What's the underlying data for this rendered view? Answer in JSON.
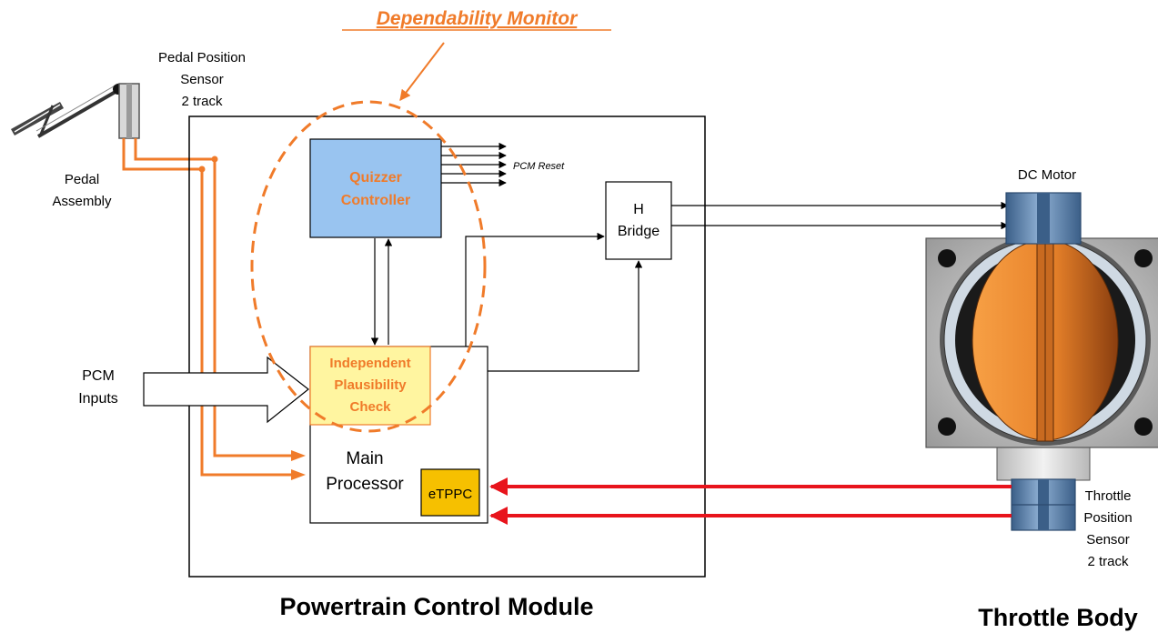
{
  "dependability_monitor": "Dependability Monitor",
  "pedal_sensor": [
    "Pedal Position",
    "Sensor",
    "2 track"
  ],
  "pedal_assembly": [
    "Pedal",
    "Assembly"
  ],
  "quizzer": [
    "Quizzer",
    "Controller"
  ],
  "pcm_reset": "PCM Reset",
  "h_bridge": [
    "H",
    "Bridge"
  ],
  "dc_motor": "DC Motor",
  "pcm_inputs": [
    "PCM",
    "Inputs"
  ],
  "plausibility": [
    "Independent",
    "Plausibility",
    "Check"
  ],
  "main_processor": [
    "Main",
    "Processor"
  ],
  "etppc": "eTPPC",
  "throttle_sensor": [
    "Throttle",
    "Position",
    "Sensor",
    "2 track"
  ],
  "pcm_title": "Powertrain Control Module",
  "throttle_body_title": "Throttle Body",
  "colors": {
    "orange": "#f07b2a",
    "red": "#e8141c",
    "quizzer_fill": "#99c4f0",
    "plausibility_fill": "#fff5a0",
    "etppc_fill": "#f6c000",
    "steel_blue": "#5e85b0"
  }
}
